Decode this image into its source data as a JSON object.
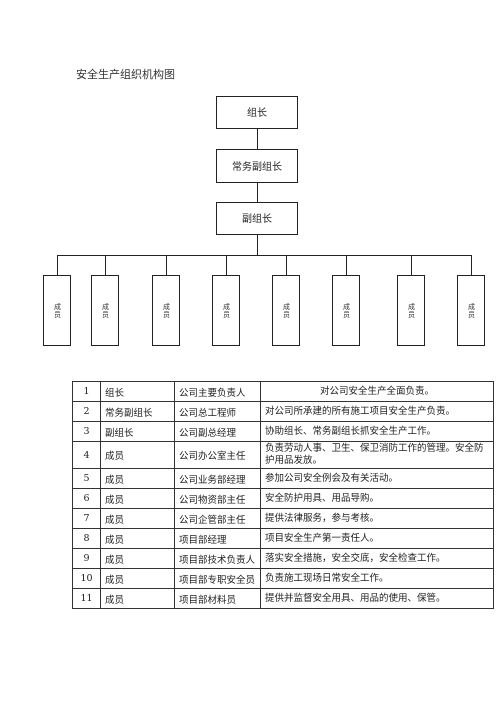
{
  "title": "安全生产组织机构图",
  "chart": {
    "top": "组长",
    "mid": "常务副组长",
    "low": "副组长",
    "members": [
      "成员",
      "成员",
      "成员",
      "成员",
      "成员",
      "成员",
      "成员",
      "成员"
    ]
  },
  "table": {
    "rows": [
      {
        "num": "1",
        "role": "组长",
        "person": "公司主要负责人",
        "duty": "对公司安全生产全面负责。"
      },
      {
        "num": "2",
        "role": "常务副组长",
        "person": "公司总工程师",
        "duty": "对公司所承建的所有施工项目安全生产负责。"
      },
      {
        "num": "3",
        "role": "副组长",
        "person": "公司副总经理",
        "duty": "协助组长、常务副组长抓安全生产工作。"
      },
      {
        "num": "4",
        "role": "成员",
        "person": "公司办公室主任",
        "duty": "负责劳动人事、卫生、保卫消防工作的管理。安全防护用品发放。"
      },
      {
        "num": "5",
        "role": "成员",
        "person": "公司业务部经理",
        "duty": "参加公司安全例会及有关活动。"
      },
      {
        "num": "6",
        "role": "成员",
        "person": "公司物资部主任",
        "duty": "安全防护用具、用品导购。"
      },
      {
        "num": "7",
        "role": "成员",
        "person": "公司企管部主任",
        "duty": "提供法律服务，参与考核。"
      },
      {
        "num": "8",
        "role": "成员",
        "person": "项目部经理",
        "duty": "项目安全生产第一责任人。"
      },
      {
        "num": "9",
        "role": "成员",
        "person": "项目部技术负责人",
        "duty": "落实安全措施，安全交底，安全检查工作。"
      },
      {
        "num": "10",
        "role": "成员",
        "person": "项目部专职安全员",
        "duty": "负责施工现场日常安全工作。"
      },
      {
        "num": "11",
        "role": "成员",
        "person": "项目部材料员",
        "duty": "提供并监督安全用具、用品的使用、保管。"
      }
    ]
  }
}
